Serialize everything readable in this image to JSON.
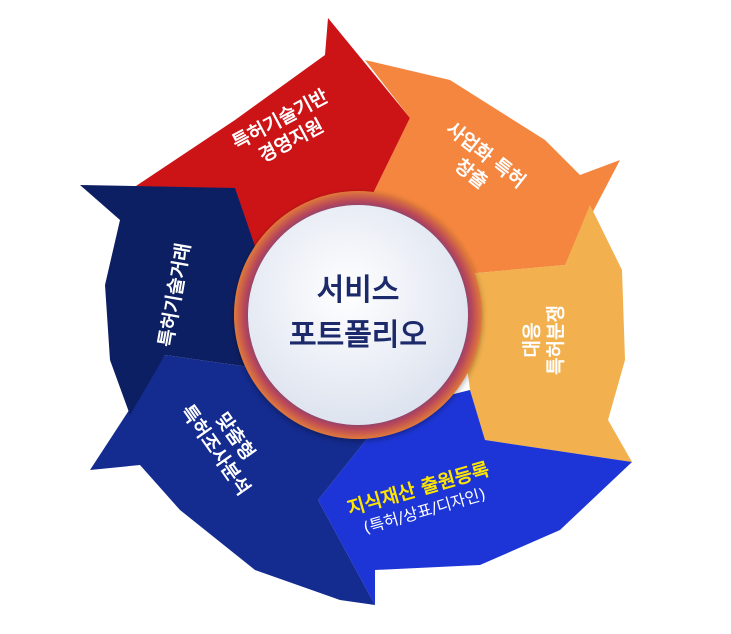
{
  "center": {
    "line1": "서비스",
    "line2": "포트폴리오"
  },
  "segments": [
    {
      "id": "patent-management",
      "lines": [
        "특허기술기반",
        "경영지원"
      ],
      "color": "#cc1417"
    },
    {
      "id": "commercialization",
      "lines": [
        "사업화 특허",
        "창출"
      ],
      "color": "#f5863f"
    },
    {
      "id": "patent-dispute",
      "lines": [
        "특허분쟁",
        "대응"
      ],
      "color": "#f2b04e"
    },
    {
      "id": "ip-filing",
      "lines": [
        "지식재산 출원등록",
        "(특허/상표/디자인)"
      ],
      "color": "#1d35d6"
    },
    {
      "id": "custom-analysis",
      "lines": [
        "맞춤형",
        "특허조사분석"
      ],
      "color": "#142b8f"
    },
    {
      "id": "tech-trade",
      "lines": [
        "특허기술거래"
      ],
      "color": "#0d1f63"
    }
  ]
}
